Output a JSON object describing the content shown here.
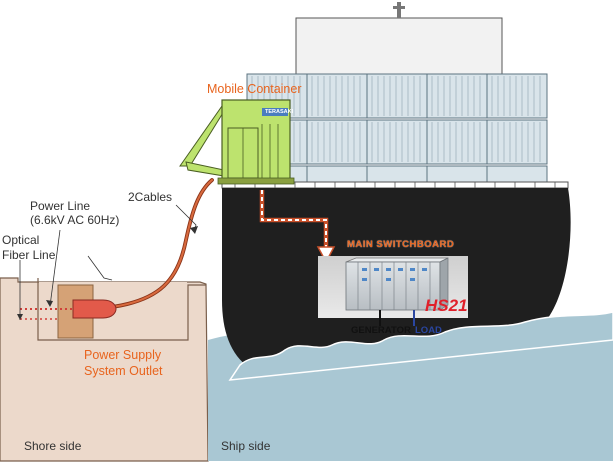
{
  "labels": {
    "mobile_container": "Mobile Container",
    "brand": "TERASAKI",
    "cables": "2Cables",
    "power_line_1": "Power Line",
    "power_line_2": "(6.6kV AC 60Hz)",
    "optical_1": "Optical",
    "optical_2": "Fiber Line",
    "main_switchboard": "MAIN SWITCHBOARD",
    "hs21": "HS21",
    "generator": "GENERATOR",
    "load": "LOAD",
    "outlet_1": "Power Supply",
    "outlet_2": "System Outlet",
    "shore_side": "Shore side",
    "ship_side": "Ship side"
  },
  "colors": {
    "shore": "#ecd9cb",
    "outlet_box": "#d5a276",
    "container": "#bde36e",
    "cable": "#c8502a",
    "hull": "#1f1f1f",
    "sea": "#a9c7d3",
    "label_orange": "#e8641e",
    "hs21_red": "#e0202a",
    "load_blue": "#2a46a0"
  }
}
